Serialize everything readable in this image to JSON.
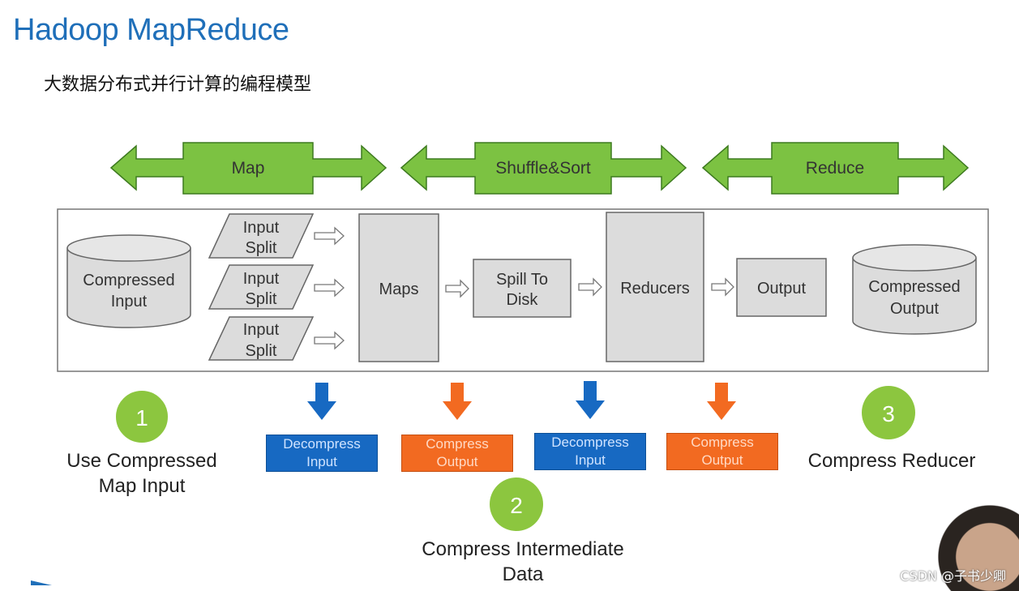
{
  "title": "Hadoop MapReduce",
  "subtitle": "大数据分布式并行计算的编程模型",
  "phases": [
    {
      "label": "Map"
    },
    {
      "label": "Shuffle&Sort"
    },
    {
      "label": "Reduce"
    }
  ],
  "nodes": {
    "compressed_input": [
      "Compressed",
      "Input"
    ],
    "input_split": [
      "Input",
      "Split"
    ],
    "maps": "Maps",
    "spill": [
      "Spill To",
      "Disk"
    ],
    "reducers": "Reducers",
    "output": "Output",
    "compressed_output": [
      "Compressed",
      "Output"
    ]
  },
  "tags": [
    {
      "lines": [
        "Decompress",
        "Input"
      ],
      "kind": "decompress"
    },
    {
      "lines": [
        "Compress",
        "Output"
      ],
      "kind": "compress"
    },
    {
      "lines": [
        "Decompress",
        "Input"
      ],
      "kind": "decompress"
    },
    {
      "lines": [
        "Compress",
        "Output"
      ],
      "kind": "compress"
    }
  ],
  "steps": [
    {
      "number": "1",
      "caption": [
        "Use Compressed",
        "Map Input"
      ]
    },
    {
      "number": "2",
      "caption": [
        "Compress Intermediate",
        "Data"
      ]
    },
    {
      "number": "3",
      "caption": [
        "Compress Reducer"
      ]
    }
  ],
  "watermark": "CSDN @子书少卿",
  "colors": {
    "title": "#1f6fb9",
    "phase_green": "#7cc242",
    "phase_dark": "#3d7a1f",
    "box_gray": "#dcdcdc",
    "decompress_blue": "#1769c2",
    "compress_orange": "#f26a21",
    "step_green": "#8cc63f"
  }
}
